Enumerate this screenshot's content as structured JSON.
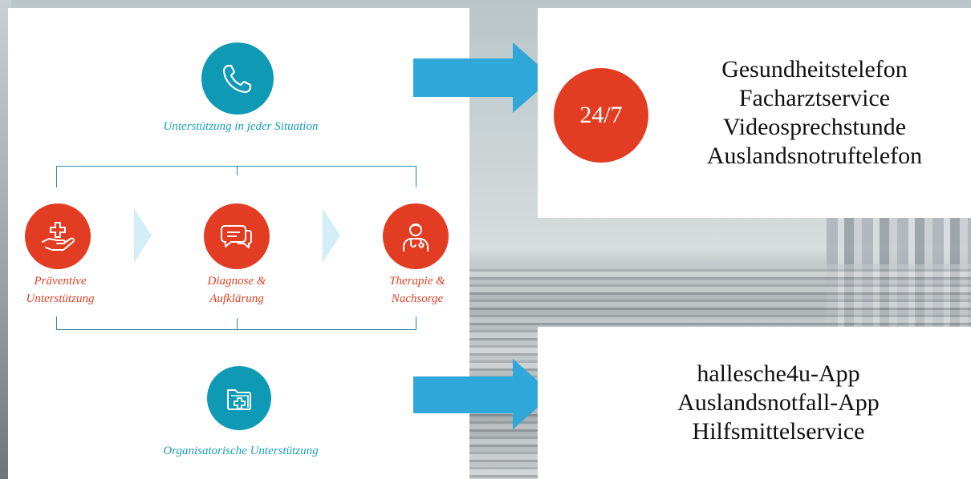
{
  "panel": {
    "top_caption": "Unterstützung in jeder Situation",
    "bottom_caption": "Organisatorische Unterstützung",
    "steps": [
      {
        "line1": "Präventive",
        "line2": "Unterstützung"
      },
      {
        "line1": "Diagnose &",
        "line2": "Aufklärung"
      },
      {
        "line1": "Therapie &",
        "line2": "Nachsorge"
      }
    ]
  },
  "box_top": {
    "badge": "24/7",
    "items": [
      "Gesundheitstelefon",
      "Facharztservice",
      "Videosprechstunde",
      "Auslandsnotruftelefon"
    ]
  },
  "box_bottom": {
    "items": [
      "hallesche4u-App",
      "Auslandsnotfall-App",
      "Hilfsmittelservice"
    ]
  },
  "colors": {
    "teal": "#0e9ab5",
    "red": "#e23d23",
    "arrow": "#2fa7d8",
    "chevron": "#d4eef7"
  },
  "icons": {
    "top": "phone-icon",
    "step1": "hand-medical-icon",
    "step2": "chat-bubbles-icon",
    "step3": "doctor-icon",
    "bottom": "folder-medical-icon"
  }
}
